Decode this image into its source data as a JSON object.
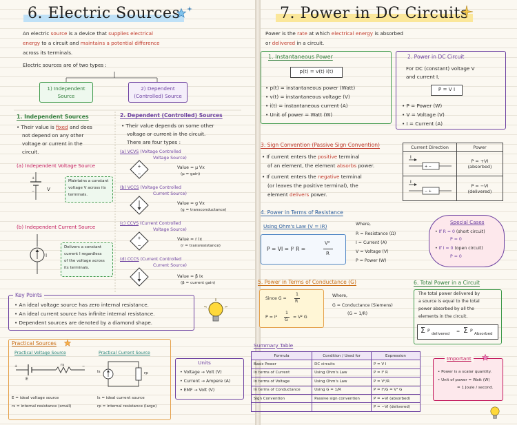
{
  "left": {
    "title": "6. Electric Sources",
    "intro": {
      "p1": "An electric",
      "p2": "source",
      "p3": "is a device that",
      "p4": "supplies electrical",
      "p5": "energy",
      "p6": "to a circuit and",
      "p7": "maintains a potential difference",
      "p8": "across its terminals."
    },
    "two_types": "Electric sources are of two types :",
    "type1": {
      "line1": "1) Independent",
      "line2": "Source"
    },
    "type2": {
      "line1": "2) Dependent",
      "line2": "(Controlled) Source"
    },
    "indep": {
      "heading": "1. Independent Sources",
      "b1": "Their value is",
      "b1_fixed": "fixed",
      "b1_rest": "and does",
      "b2": "not depend on any other",
      "b3": "voltage or current in the",
      "b4": "circuit.",
      "voltage_heading": "(a) Independent Voltage Source",
      "voltage_symbol": "V",
      "voltage_note": [
        "Maintains a constant",
        "voltage V across its",
        "terminals."
      ],
      "current_heading": "(b) Independent Current Source",
      "current_symbol": "I",
      "current_note": [
        "Delivers a constant",
        "current I regardless",
        "of the voltage across",
        "its terminals."
      ]
    },
    "dep": {
      "heading": "2. Dependent (Controlled) Sources",
      "b1": "Their value depends on some other",
      "b2": "voltage or current in the circuit.",
      "b3": "There are four types :",
      "items": [
        {
          "code": "(a) VCVS",
          "desc1": "(Voltage Controlled",
          "desc2": "Voltage Source)",
          "val": "Value = μ Vx",
          "sub": "(μ = gain)"
        },
        {
          "code": "(b) VCCS",
          "desc1": "(Voltage Controlled",
          "desc2": "Current Source)",
          "val": "Value = g Vx",
          "sub": "(g = transconductance)"
        },
        {
          "code": "(c) CCVS",
          "desc1": "(Current Controlled",
          "desc2": "Voltage Source)",
          "val": "Value = r Ix",
          "sub": "(r = transresistance)"
        },
        {
          "code": "(d) CCCS",
          "desc1": "(Current Controlled",
          "desc2": "Current Source)",
          "val": "Value = β Ix",
          "sub": "(β = current gain)"
        }
      ]
    },
    "key_points": {
      "heading": "Key Points",
      "items": [
        "An ideal voltage source has zero internal resistance.",
        "An ideal current source has infinite internal resistance.",
        "Dependent sources are denoted by a diamond shape."
      ]
    },
    "practical": {
      "heading": "Practical Sources",
      "voltage_heading": "Practical Voltage Source",
      "current_heading": "Practical Current Source",
      "rs": "rs",
      "rp": "rp",
      "E": "E",
      "Is": "Is",
      "v_lines": [
        "E = ideal voltage source",
        "rs = internal resistance (small)"
      ],
      "c_lines": [
        "Is = ideal current source",
        "rp = internal resistance (large)"
      ]
    },
    "units": {
      "heading": "Units",
      "items": [
        "Voltage → Volt (V)",
        "Current → Ampere (A)",
        "EMF → Volt (V)"
      ]
    }
  },
  "right": {
    "title": "7. Power in DC Circuits",
    "intro": {
      "p1": "Power is the",
      "p2": "rate",
      "p3": "at which",
      "p4": "electrical energy",
      "p5": "is absorbed",
      "p6": "or",
      "p7": "delivered",
      "p8": "in a circuit."
    },
    "inst": {
      "heading": "1. Instantaneous Power",
      "formula": "p(t) = v(t) i(t)",
      "items": [
        "p(t) = instantaneous power (Watt)",
        "v(t) = instantaneous voltage (V)",
        "i(t) = instantaneous current (A)",
        "Unit of power = Watt (W)"
      ]
    },
    "dc": {
      "heading": "2. Power in DC Circuit",
      "l1": "For DC (constant) voltage V",
      "l2": "and current I,",
      "formula": "P = V I",
      "items": [
        "P = Power (W)",
        "V = Voltage (V)",
        "I = Current (A)"
      ]
    },
    "sign": {
      "heading": "3. Sign Convention (Passive Sign Convention)",
      "b1a": "If current enters the",
      "b1b": "positive",
      "b1c": "terminal",
      "b1d": "of an element, the element",
      "b1e": "absorbs",
      "b1f": "power.",
      "b2a": "If current enters the",
      "b2b": "negative",
      "b2c": "terminal",
      "b2d": "(or leaves the positive terminal), the",
      "b2e": "element",
      "b2f": "delivers",
      "b2g": "power.",
      "table_h1": "Current Direction",
      "table_h2": "Power",
      "row1_I": "I",
      "row1_p": "P = +VI",
      "row1_s": "(absorbed)",
      "row2_I": "I",
      "row2_p": "P = −VI",
      "row2_s": "(delivered)",
      "plus": "+",
      "minus": "−"
    },
    "res": {
      "heading": "4. Power in Terms of Resistance",
      "sub": "Using Ohm's Law (V = IR)",
      "formula_a": "P = VI = I² R =",
      "formula_num": "V²",
      "formula_den": "R",
      "where": "Where,",
      "items": [
        "R = Resistance (Ω)",
        "I = Current (A)",
        "V = Voltage (V)",
        "P = Power (W)"
      ]
    },
    "special": {
      "heading": "Special Cases",
      "c1a": "If R = 0",
      "c1b": "(short circuit)",
      "c1c": "P = 0",
      "c2a": "If I = 0",
      "c2b": "(open circuit)",
      "c2c": "P = 0"
    },
    "cond": {
      "heading": "5. Power in Terms of Conductance (G)",
      "since": "Since G =",
      "one": "1",
      "R": "R",
      "formula_a": "P = I²",
      "formula_b": "= V² G",
      "G": "G",
      "where": "Where,",
      "g1": "G = Conductance (Siemens)",
      "g2": "(G = 1/R)"
    },
    "total": {
      "heading": "6. Total Power in a Circuit",
      "lines": [
        "The total power delivered by",
        "a source is equal to the total",
        "power absorbed by all the",
        "elements in the circuit."
      ],
      "sum_left": "P",
      "sub_left": "delivered",
      "eq": "=",
      "sum_right": "P",
      "sub_right": "Absorbed"
    },
    "summary": {
      "heading": "Summary Table",
      "headers": [
        "Formula",
        "Condition / Used for",
        "Expression"
      ],
      "rows": [
        [
          "Basic Power",
          "DC circuits",
          "P = V I"
        ],
        [
          "In terms of Current",
          "Using Ohm's Law",
          "P = I² R"
        ],
        [
          "In terms of Voltage",
          "Using Ohm's Law",
          "P = V²/R"
        ],
        [
          "In terms of Conductance",
          "Using G = 1/R",
          "P = I²/G = V² G"
        ],
        [
          "Sign Convention",
          "Passive sign convention",
          "P = +VI (absorbed)"
        ],
        [
          "",
          "",
          "P = −VI (delivered)"
        ]
      ]
    },
    "important": {
      "heading": "Important",
      "items": [
        "Power is a scalar quantity.",
        "Unit of power = Watt (W)",
        "= 1 Joule / second."
      ]
    }
  },
  "colors": {
    "purple": "#6b3fa0",
    "green": "#2f7d3a",
    "red": "#c0392b",
    "orange": "#c86a10",
    "blue": "#2c5f9e",
    "highlight_blue": "#bfe1f7",
    "highlight_yellow": "#fbe79a"
  },
  "icons": [
    "star-icon",
    "sparkle-icon",
    "lightbulb-icon",
    "arrow-icon"
  ]
}
